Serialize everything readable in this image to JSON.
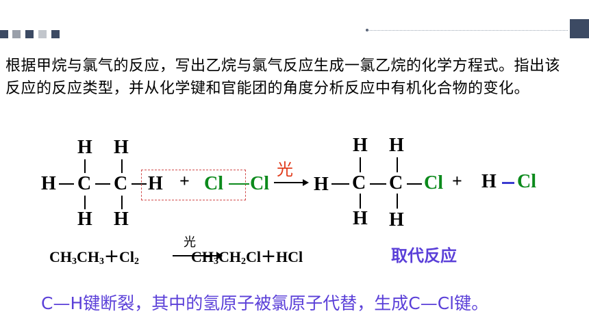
{
  "colors": {
    "accent_purple": "#5a3fd8",
    "chlorine_green": "#0c8a1c",
    "light_red": "#e03a1a",
    "dash_red": "#d24a4a",
    "deco_dark": "#3c4a63"
  },
  "question": "根据甲烷与氯气的反应，写出乙烷与氯气反应生成一氯乙烷的化学方程式。指出该反应的反应类型，并从化学键和官能团的角度分析反应中有机化合物的变化。",
  "structure": {
    "atom_H": "H",
    "atom_C": "C",
    "atom_Cl": "Cl",
    "plus": "+",
    "light_label": "光"
  },
  "equation": {
    "reactant1": "CH",
    "reactant1_sub1": "3",
    "reactant1_mid": "CH",
    "reactant1_sub2": "3",
    "plus1": "＋",
    "reactant2": "Cl",
    "reactant2_sub": "2",
    "light_label": "光",
    "product1_a": "CH",
    "product1_sub1": "3",
    "product1_b": "CH",
    "product1_sub2": "2",
    "product1_c": "Cl",
    "plus2": "＋",
    "product2": "HCl"
  },
  "reaction_type": "取代反应",
  "conclusion": "C—H键断裂，其中的氢原子被氯原子代替，生成C—Cl键。"
}
